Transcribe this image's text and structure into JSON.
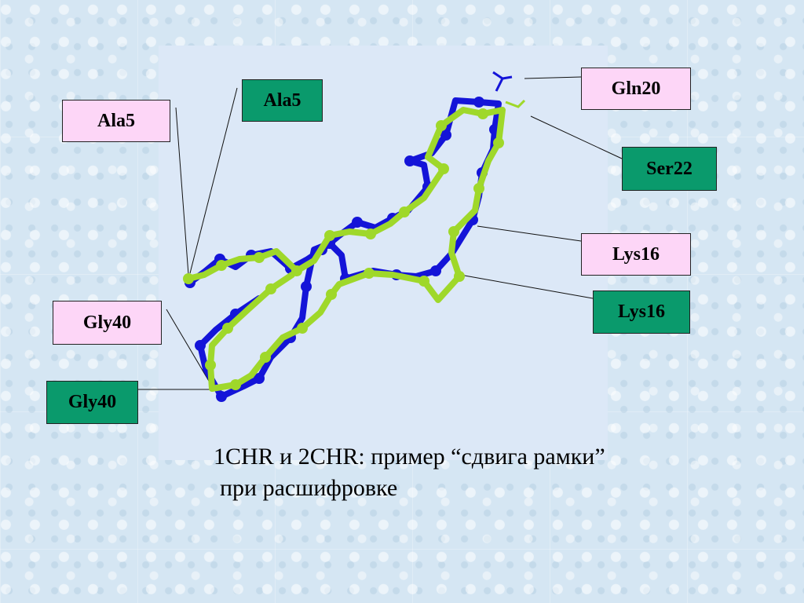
{
  "colors": {
    "structure_a": "#1414d8",
    "structure_b": "#9fd82a",
    "label_pink": "#fdd6f7",
    "label_green": "#0a9a6c"
  },
  "labels": {
    "ala5_pink": "Ala5",
    "ala5_green": "Ala5",
    "gln20": "Gln20",
    "ser22": "Ser22",
    "lys16_pink": "Lys16",
    "lys16_green": "Lys16",
    "gly40_pink": "Gly40",
    "gly40_green": "Gly40"
  },
  "caption": {
    "line1": "1CHR и 2CHR: пример “сдвига рамки”",
    "line2": "при расшифровке"
  }
}
